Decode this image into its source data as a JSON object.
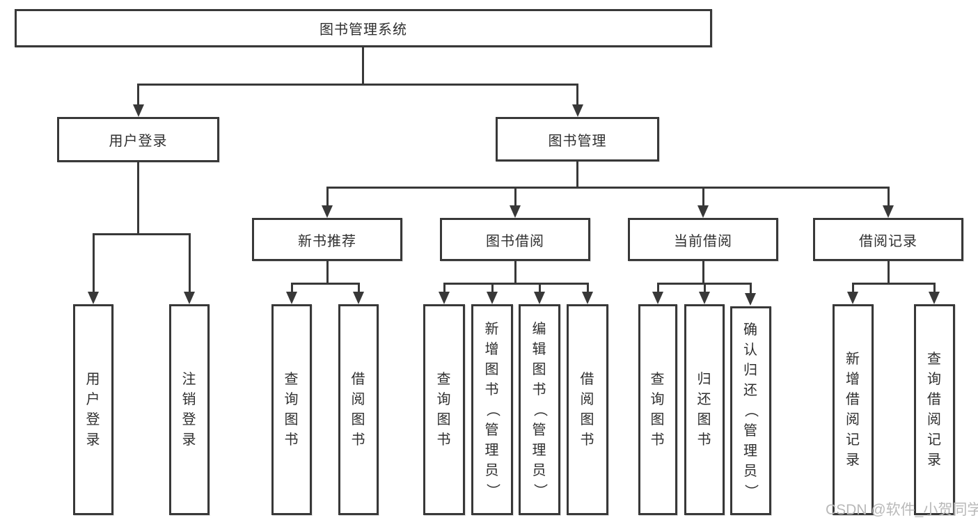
{
  "root": {
    "label": "图书管理系统"
  },
  "branches": {
    "user_login": {
      "label": "用户登录",
      "children": [
        {
          "label": "用户登录"
        },
        {
          "label": "注销登录"
        }
      ]
    },
    "book_mgmt": {
      "label": "图书管理",
      "sections": [
        {
          "label": "新书推荐",
          "children": [
            {
              "label": "查询图书"
            },
            {
              "label": "借阅图书"
            }
          ]
        },
        {
          "label": "图书借阅",
          "children": [
            {
              "label": "查询图书"
            },
            {
              "label": "新增图书（管理员）"
            },
            {
              "label": "编辑图书（管理员）"
            },
            {
              "label": "借阅图书"
            }
          ]
        },
        {
          "label": "当前借阅",
          "children": [
            {
              "label": "查询图书"
            },
            {
              "label": "归还图书"
            },
            {
              "label": "确认归还（管理员）"
            }
          ]
        },
        {
          "label": "借阅记录",
          "children": [
            {
              "label": "新增借阅记录"
            },
            {
              "label": "查询借阅记录"
            }
          ]
        }
      ]
    }
  },
  "watermark": {
    "text": "CSDN @软件_小贺同学"
  },
  "colors": {
    "line": "#383838",
    "text": "#2f2f2f",
    "background": "#ffffff",
    "watermark": "#b9b9b9"
  }
}
